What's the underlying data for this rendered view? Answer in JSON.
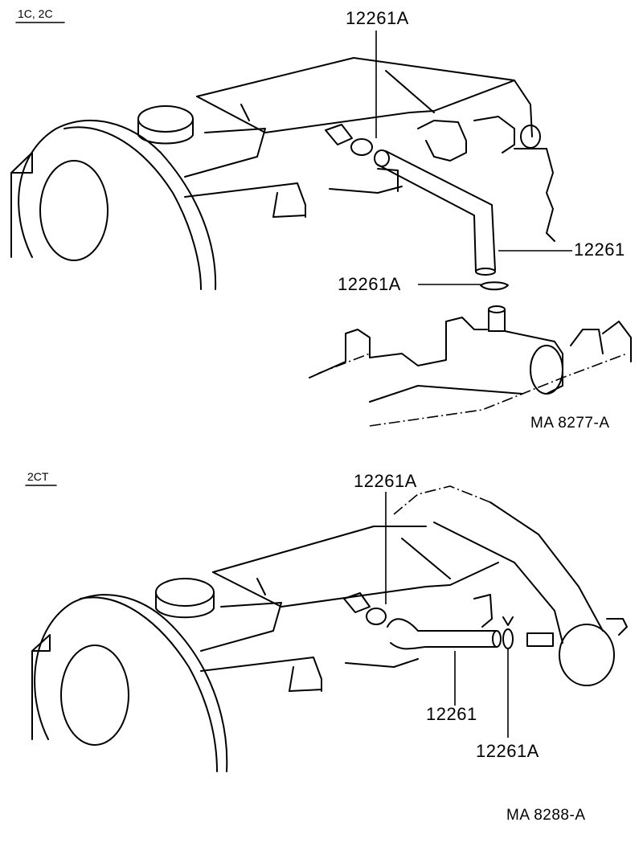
{
  "sections": [
    {
      "engine_label": "1C, 2C",
      "callouts": {
        "clamp_upper": "12261A",
        "hose": "12261",
        "clamp_lower": "12261A"
      },
      "figure_code": "MA  8277-A"
    },
    {
      "engine_label": "2CT",
      "callouts": {
        "clamp_upper": "12261A",
        "hose": "12261",
        "clamp_lower": "12261A"
      },
      "figure_code": "MA  8288-A"
    }
  ]
}
